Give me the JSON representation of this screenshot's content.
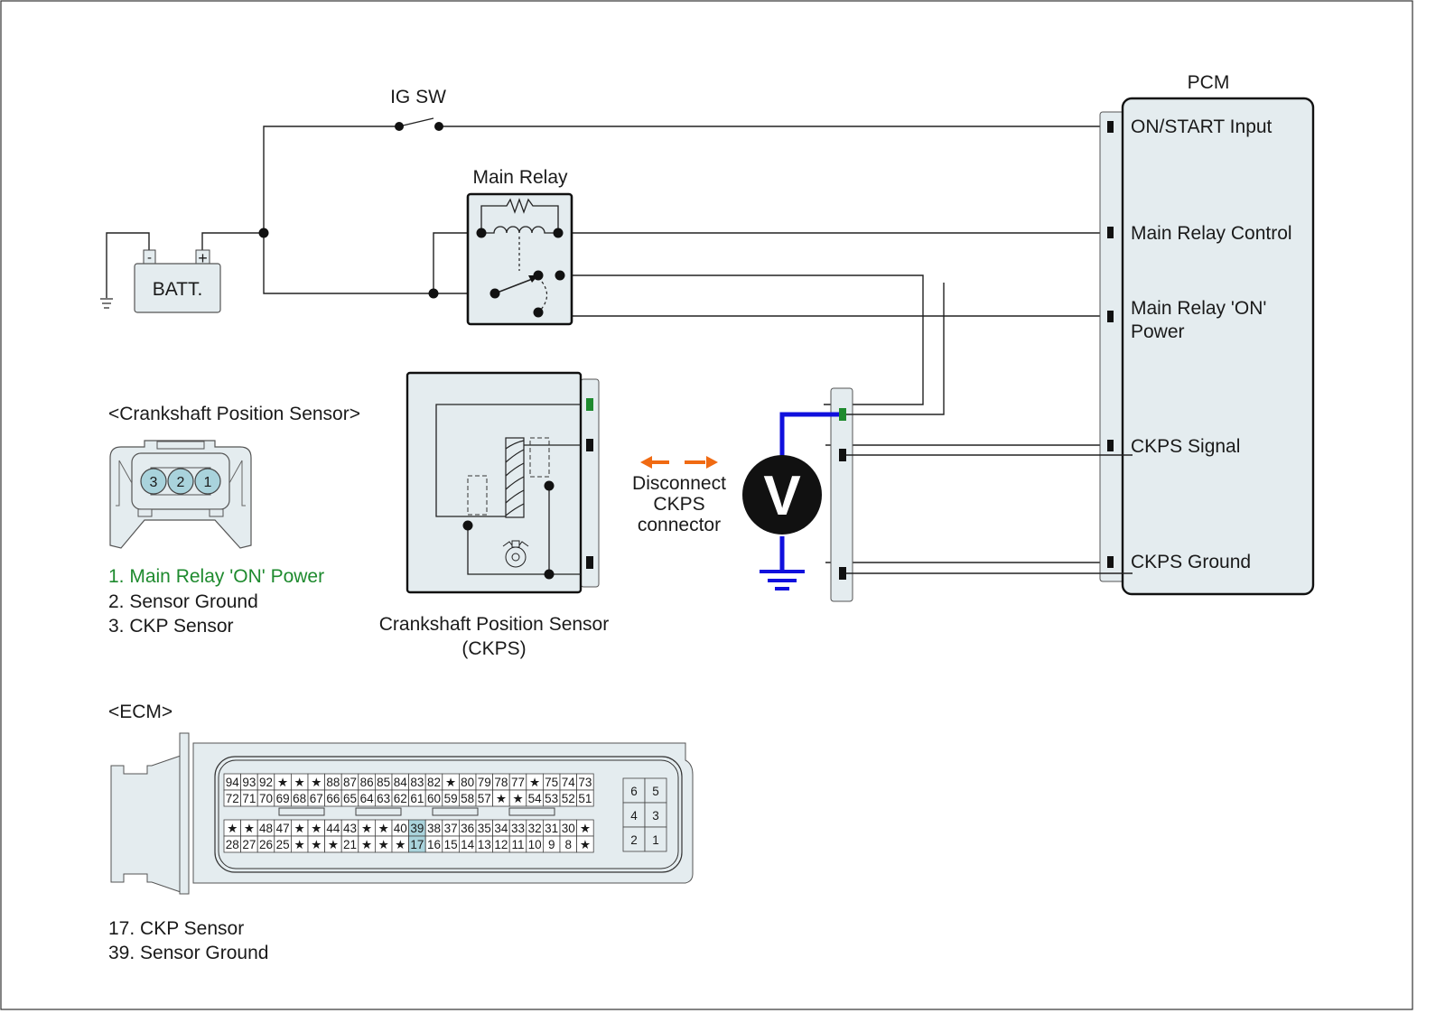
{
  "battery": {
    "label": "BATT.",
    "neg": "-",
    "pos": "+"
  },
  "ig_switch": {
    "label": "IG SW"
  },
  "main_relay": {
    "label": "Main Relay"
  },
  "pcm": {
    "title": "PCM",
    "pins": {
      "on_start": "ON/START Input",
      "relay_control": "Main Relay Control",
      "relay_on_power_1": "Main Relay 'ON'",
      "relay_on_power_2": "Power",
      "ckps_signal": "CKPS Signal",
      "ckps_ground": "CKPS Ground"
    }
  },
  "ckps_connector_view": {
    "title": "<Crankshaft Position Sensor>",
    "pins": [
      "3",
      "2",
      "1"
    ],
    "legend": [
      {
        "text": "1. Main Relay 'ON' Power",
        "color": "#1e8a2e"
      },
      {
        "text": "2. Sensor Ground",
        "color": "#1a1a1a"
      },
      {
        "text": "3. CKP Sensor",
        "color": "#1a1a1a"
      }
    ]
  },
  "ckps": {
    "label_1": "Crankshaft Position Sensor",
    "label_2": "(CKPS)"
  },
  "disconnect_note": {
    "line1": "Disconnect",
    "line2": "CKPS",
    "line3": "connector"
  },
  "voltmeter": {
    "symbol": "V"
  },
  "ecm": {
    "title": "<ECM>",
    "rows": [
      [
        "94",
        "93",
        "92",
        "*",
        "*",
        "*",
        "88",
        "87",
        "86",
        "85",
        "84",
        "83",
        "82",
        "*",
        "80",
        "79",
        "78",
        "77",
        "*",
        "75",
        "74",
        "73"
      ],
      [
        "72",
        "71",
        "70",
        "69",
        "68",
        "67",
        "66",
        "65",
        "64",
        "63",
        "62",
        "61",
        "60",
        "59",
        "58",
        "57",
        "*",
        "*",
        "54",
        "53",
        "52",
        "51"
      ],
      [
        "*",
        "*",
        "48",
        "47",
        "*",
        "*",
        "44",
        "43",
        "*",
        "*",
        "40",
        "39",
        "38",
        "37",
        "36",
        "35",
        "34",
        "33",
        "32",
        "31",
        "30",
        "*"
      ],
      [
        "28",
        "27",
        "26",
        "25",
        "*",
        "*",
        "*",
        "21",
        "*",
        "*",
        "*",
        "17",
        "16",
        "15",
        "14",
        "13",
        "12",
        "11",
        "10",
        "9",
        "8",
        "*"
      ]
    ],
    "highlighted": [
      "39",
      "17"
    ],
    "aux_pins": [
      [
        "6",
        "5"
      ],
      [
        "4",
        "3"
      ],
      [
        "2",
        "1"
      ]
    ],
    "legend": [
      "17. CKP Sensor",
      "39. Sensor Ground"
    ]
  },
  "colors": {
    "panel": "#e4ecef",
    "highlight": "#a9d3dc",
    "meter_wire": "#1010dd",
    "arrow": "#f06a12",
    "pin_active": "#1e8a2e"
  }
}
